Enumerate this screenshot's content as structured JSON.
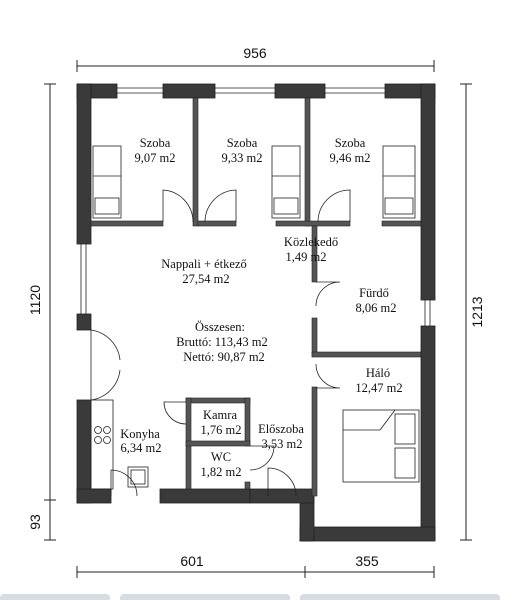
{
  "dimensions": {
    "top": "956",
    "left_main": "1120",
    "left_small": "93",
    "right": "1213",
    "bottom_left": "601",
    "bottom_right": "355"
  },
  "rooms": [
    {
      "name": "Szoba",
      "area": "9,07 m2"
    },
    {
      "name": "Szoba",
      "area": "9,33 m2"
    },
    {
      "name": "Szoba",
      "area": "9,46 m2"
    },
    {
      "name": "Nappali + étkező",
      "area": "27,54 m2"
    },
    {
      "name": "Közlekedő",
      "area": "1,49 m2"
    },
    {
      "name": "Fürdő",
      "area": "8,06 m2"
    },
    {
      "name": "Háló",
      "area": "12,47 m2"
    },
    {
      "name": "Konyha",
      "area": "6,34 m2"
    },
    {
      "name": "Kamra",
      "area": "1,76 m2"
    },
    {
      "name": "Előszoba",
      "area": "3,53 m2"
    },
    {
      "name": "WC",
      "area": "1,82 m2"
    }
  ],
  "totals": {
    "title": "Összesen:",
    "gross": "Bruttó: 113,43 m2",
    "net": "Nettó: 90,87 m2"
  },
  "colors": {
    "wall": "#3a3a3a",
    "thin_wall": "#555555",
    "line": "#222222"
  }
}
